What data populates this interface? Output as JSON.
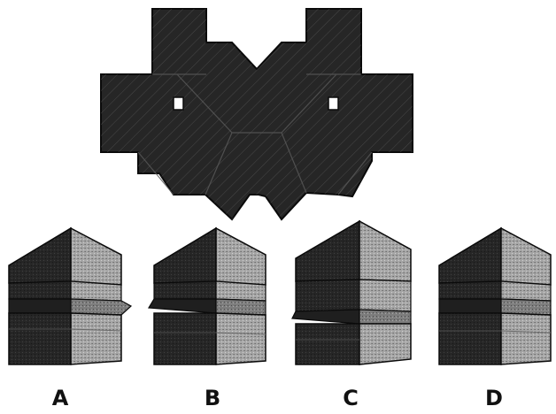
{
  "puzzle": {
    "colors": {
      "dark_face": "#262626",
      "mid_face": "#8c8c8c",
      "light_face": "#b4b4b4",
      "edge": "#0a0a0a",
      "hole": "#ffffff"
    },
    "options": [
      {
        "label": "A"
      },
      {
        "label": "B"
      },
      {
        "label": "C"
      },
      {
        "label": "D"
      }
    ]
  }
}
